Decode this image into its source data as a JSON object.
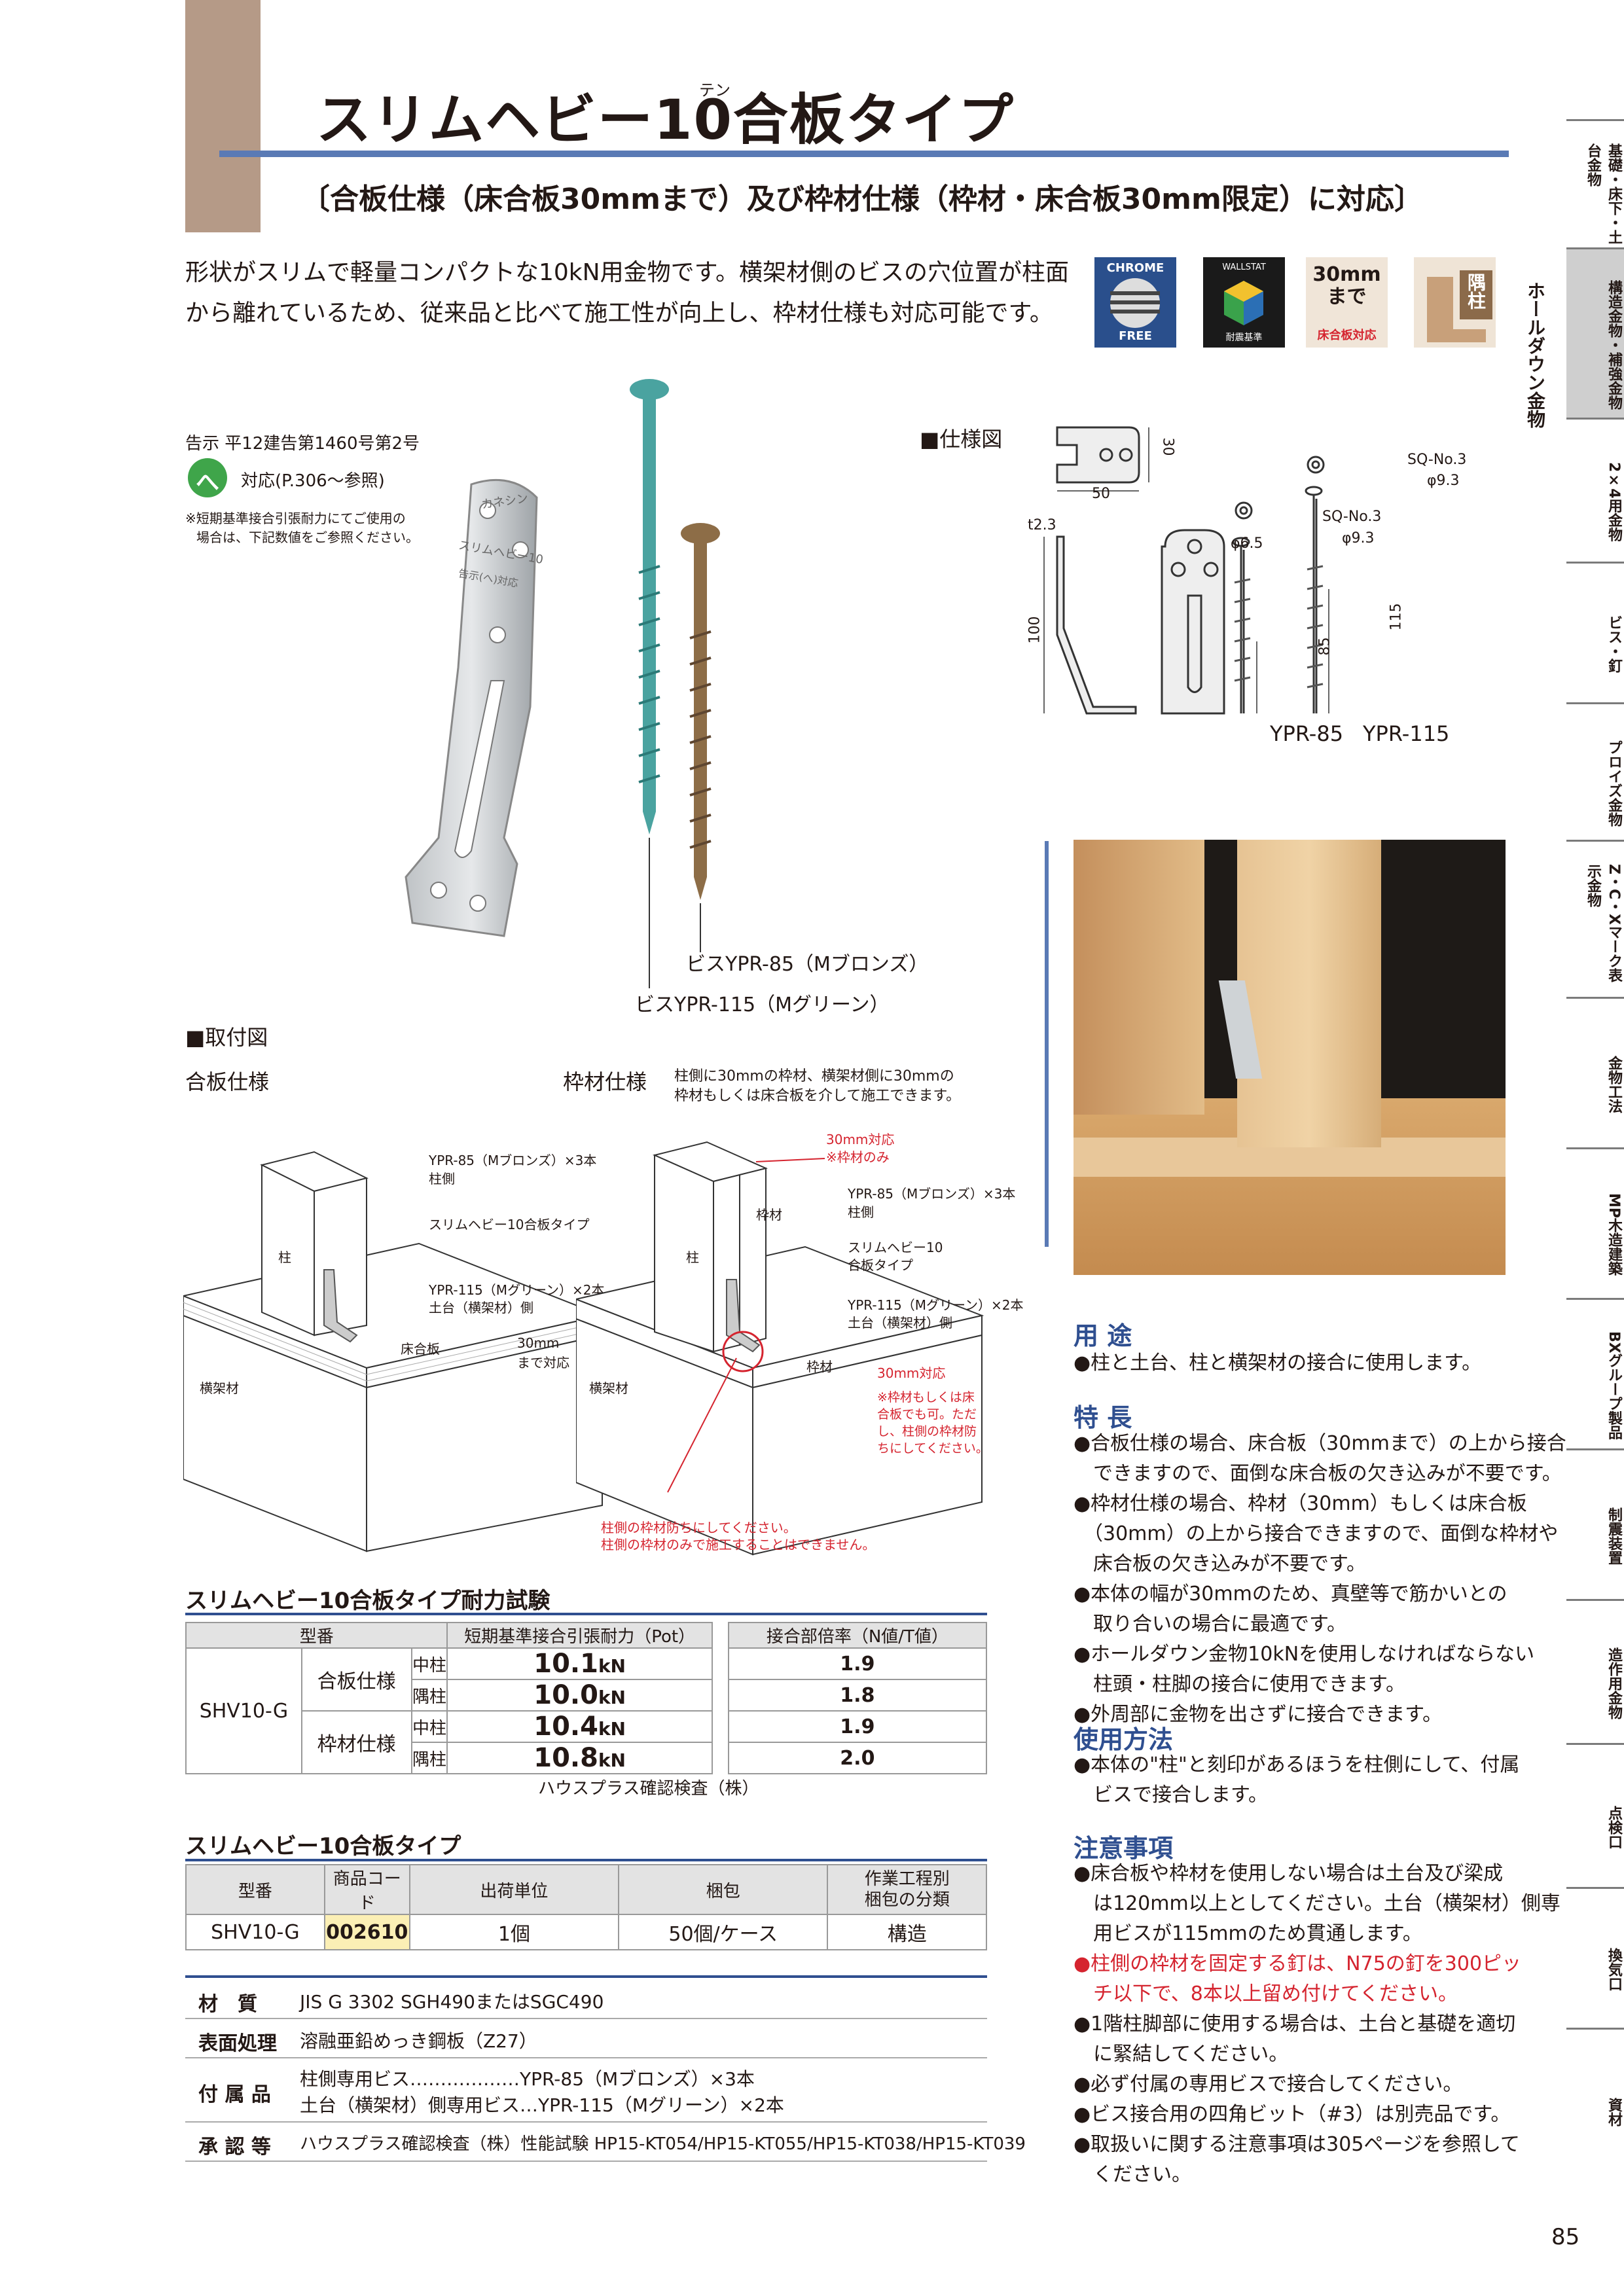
{
  "header": {
    "title": "スリムヘビー10合板タイプ",
    "ruby": "テン",
    "subtitle": "〔合板仕様（床合板30mmまで）及び枠材仕様（枠材・床合板30mm限定）に対応〕",
    "intro": "形状がスリムで軽量コンパクトな10kN用金物です。横架材側のビスの穴位置が柱面から離れているため、従来品と比べて施工性が向上し、枠材仕様も対応可能です。"
  },
  "badges": {
    "chrome": [
      "CHROME",
      "FREE"
    ],
    "wallstat": "WALLSTAT",
    "wallstat_sub": "耐震基準",
    "thirty": "30mmまで",
    "thirty_sub": "床合板対応",
    "corner": "隅柱"
  },
  "side": {
    "holddown": "ホールダウン金物",
    "tabs": [
      "基礎・床下・土台金物",
      "構造金物・補強金物",
      "2×4用金物",
      "ビス・釘",
      "プロイズ金物",
      "Z・C・Xマーク表示金物",
      "金物工法",
      "MP木造建築",
      "BXグループ製品",
      "制震装置",
      "造作用金物",
      "点検口",
      "換気口",
      "資材"
    ],
    "active_index": 1
  },
  "notice": {
    "kokuji": "告示 平12建告第1460号第2号",
    "he_symbol": "へ",
    "taiou": "対応(P.306〜参照)",
    "note1": "※短期基準接合引張耐力にてご使用の",
    "note2": "場合は、下記数値をご参照ください。"
  },
  "product_photo": {
    "bracket_print": [
      "カネシン",
      "スリムヘビー10",
      "告示(へ)対応"
    ],
    "label_85": "ビスYPR-85（Mブロンズ）",
    "label_115": "ビスYPR-115（Mグリーン）"
  },
  "spec": {
    "heading": "■仕様図",
    "dim_30": "30",
    "dim_50": "50",
    "dim_t": "t2.3",
    "dim_100": "100",
    "dim_phi65": "φ6.5",
    "sq1": "SQ-No.3",
    "phi93a": "φ9.3",
    "sq2": "SQ-No.3",
    "phi93b": "φ9.3",
    "dim_85": "85",
    "dim_115": "115",
    "label_85": "YPR-85",
    "label_115": "YPR-115"
  },
  "install": {
    "heading": "■取付図",
    "gouban_title": "合板仕様",
    "wakuzai_title": "枠材仕様",
    "wakuzai_desc1": "柱側に30mmの枠材、横架材側に30mmの",
    "wakuzai_desc2": "枠材もしくは床合板を介して施工できます。",
    "left": {
      "a1": "YPR-85（Mブロンズ）×3本",
      "a2": "柱側",
      "b": "スリムヘビー10合板タイプ",
      "c1": "YPR-115（Mグリーン）×2本",
      "c2": "土台（横架材）側",
      "hashira": "柱",
      "yukagoban": "床合板",
      "d1": "30mm",
      "d2": "まで対応",
      "oukazai": "横架材"
    },
    "right": {
      "r1": "30mm対応",
      "r2": "※枠材のみ",
      "wakuzai1": "枠材",
      "a1": "YPR-85（Mブロンズ）×3本",
      "a2": "柱側",
      "b1": "スリムヘビー10",
      "b2": "合板タイプ",
      "c1": "YPR-115（Mグリーン）×2本",
      "c2": "土台（横架材）側",
      "hashira": "柱",
      "wakuzai2": "枠材",
      "d": "30mm対応",
      "n1": "※枠材もしくは床",
      "n2": "合板でも可。ただ",
      "n3": "し、柱側の枠材防",
      "n4": "ちにしてください。",
      "oukazai": "横架材",
      "w1": "柱側の枠材防ちにしてください。",
      "w2": "柱側の枠材のみで施工することはできません。"
    }
  },
  "strength": {
    "heading": "スリムヘビー10合板タイプ耐力試験",
    "col_model": "型番",
    "col_pot": "短期基準接合引張耐力（Pot）",
    "col_ratio": "接合部倍率（N値/T値）",
    "model": "SHV10-G",
    "rows": [
      {
        "group": "合板仕様",
        "pos": "中柱",
        "val": "10.1",
        "unit": "kN",
        "ratio": "1.9"
      },
      {
        "group": "",
        "pos": "隅柱",
        "val": "10.0",
        "unit": "kN",
        "ratio": "1.8"
      },
      {
        "group": "枠材仕様",
        "pos": "中柱",
        "val": "10.4",
        "unit": "kN",
        "ratio": "1.9"
      },
      {
        "group": "",
        "pos": "隅柱",
        "val": "10.8",
        "unit": "kN",
        "ratio": "2.0"
      }
    ],
    "footnote": "ハウスプラス確認検査（株）"
  },
  "product_table": {
    "heading": "スリムヘビー10合板タイプ",
    "headers": [
      "型番",
      "商品コード",
      "出荷単位",
      "梱包",
      "作業工程別",
      "梱包の分類"
    ],
    "row": [
      "SHV10-G",
      "002610",
      "1個",
      "50個/ケース",
      "構造"
    ]
  },
  "specs_list": [
    {
      "label": "材　質",
      "value": "JIS G 3302 SGH490またはSGC490"
    },
    {
      "label": "表面処理",
      "value": "溶融亜鉛めっき鋼板（Z27）"
    },
    {
      "label": "付 属 品",
      "value": "柱側専用ビス………………YPR-85（Mブロンズ）×3本"
    },
    {
      "label": "",
      "value": "土台（横架材）側専用ビス…YPR-115（Mグリーン）×2本"
    },
    {
      "label": "承 認 等",
      "value": "ハウスプラス確認検査（株）性能試験 HP15-KT054/HP15-KT055/HP15-KT038/HP15-KT039"
    }
  ],
  "right_col": {
    "youto_h": "用 途",
    "youto": [
      "●柱と土台、柱と横架材の接合に使用します。"
    ],
    "tokuchou_h": "特 長",
    "tokuchou": [
      "●合板仕様の場合、床合板（30mmまで）の上から接合",
      "　できますので、面倒な床合板の欠き込みが不要です。",
      "●枠材仕様の場合、枠材（30mm）もしくは床合板",
      "　（30mm）の上から接合できますので、面倒な枠材や",
      "　床合板の欠き込みが不要です。",
      "●本体の幅が30mmのため、真壁等で筋かいとの",
      "　取り合いの場合に最適です。",
      "●ホールダウン金物10kNを使用しなければならない",
      "　柱頭・柱脚の接合に使用できます。",
      "●外周部に金物を出さずに接合できます。"
    ],
    "shiyou_h": "使用方法",
    "shiyou": [
      "●本体の\"柱\"と刻印があるほうを柱側にして、付属",
      "　ビスで接合します。"
    ],
    "chui_h": "注意事項",
    "chui_1": [
      "●床合板や枠材を使用しない場合は土台及び梁成",
      "　は120mm以上としてください。土台（横架材）側専",
      "　用ビスが115mmのため貫通します。"
    ],
    "chui_red": [
      "●柱側の枠材を固定する釘は、N75の釘を300ピッ",
      "　チ以下で、8本以上留め付けてください。"
    ],
    "chui_2": [
      "●1階柱脚部に使用する場合は、土台と基礎を適切",
      "　に緊結してください。",
      "●必ず付属の専用ビスで接合してください。",
      "●ビス接合用の四角ビット（#3）は別売品です。",
      "●取扱いに関する注意事項は305ページを参照して",
      "　ください。"
    ]
  },
  "page_number": "85"
}
